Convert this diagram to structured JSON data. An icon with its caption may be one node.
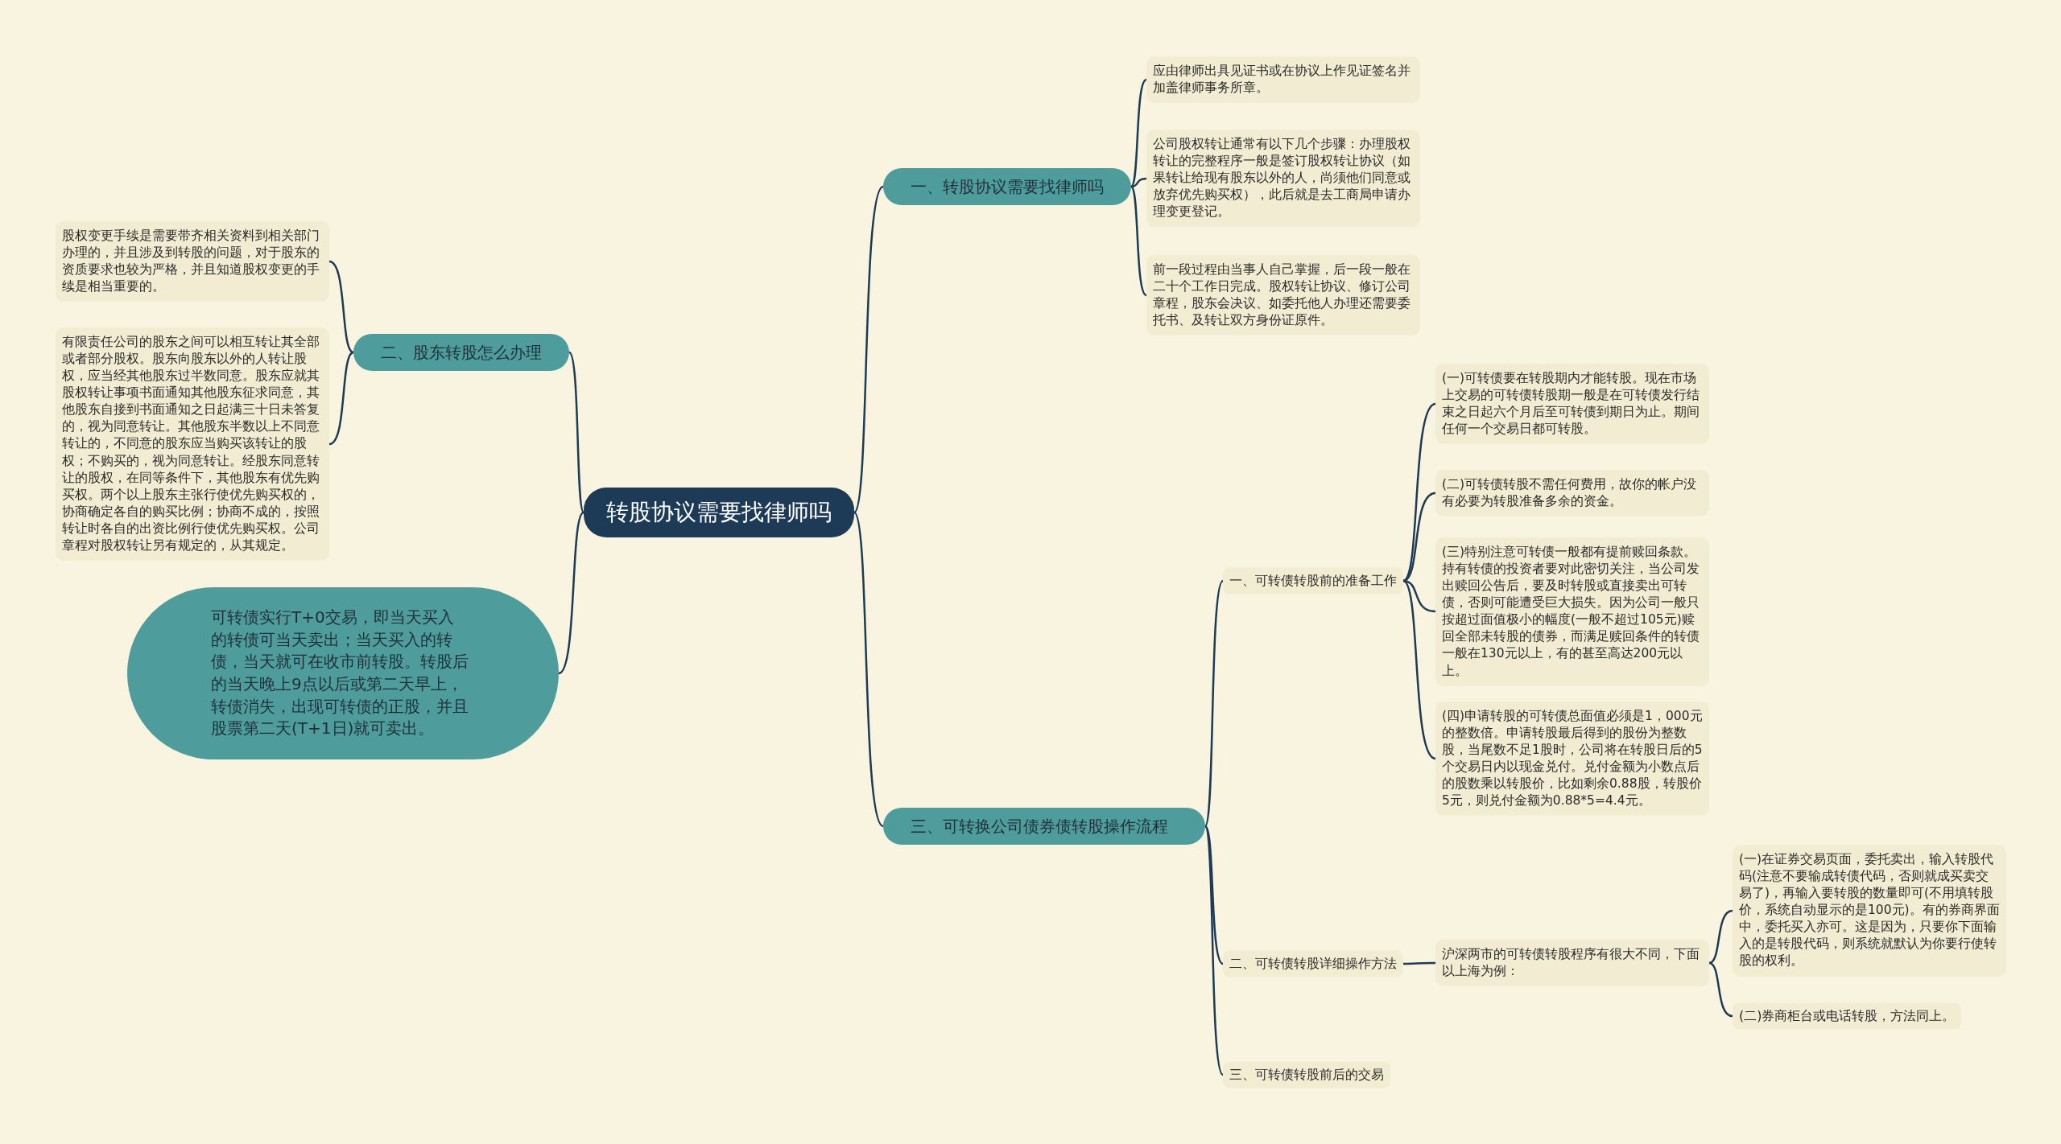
{
  "diagram": {
    "nodes": [
      {
        "text": [
          "转股协议需要找律师吗"
        ]
      },
      {
        "text": [
          "一、转股协议需要找律师吗"
        ]
      },
      {
        "text": [
          "应由律师出具见证书或在协议上作见证签名并加盖律师事务所章。"
        ]
      },
      {
        "text": [
          "公司股权转让通常有以下几个步骤：办理股权转让的完整程序一般是签订股权转让协议（如果转让给现有股东以外的人，尚须他们同意或放弃优先购买权），此后就是去工商局申请办理变更登记。"
        ]
      },
      {
        "text": [
          "前一段过程由当事人自己掌握，后一段一般在二十个工作日完成。股权转让协议、修订公司章程，股东会决议、如委托他人办理还需要委托书、及转让双方身份证原件。"
        ]
      },
      {
        "text": [
          "二、股东转股怎么办理"
        ]
      },
      {
        "text": [
          "股权变更手续是需要带齐相关资料到相关部门办理的，并且涉及到转股的问题，对于股东的资质要求也较为严格，并且知道股权变更的手续是相当重要的。"
        ]
      },
      {
        "text": [
          "有限责任公司的股东之间可以相互转让其全部或者部分股权。股东向股东以外的人转让股权，应当经其他股东过半数同意。股东应就其股权转让事项书面通知其他股东征求同意，其他股东自接到书面通知之日起满三十日未答复的，视为同意转让。其他股东半数以上不同意转让的，不同意的股东应当购买该转让的股权；不购买的，视为同意转让。经股东同意转让的股权，在同等条件下，其他股东有优先购买权。两个以上股东主张行使优先购买权的，协商确定各自的购买比例；协商不成的，按照转让时各自的出资比例行使优先购买权。公司章程对股权转让另有规定的，从其规定。"
        ]
      },
      {
        "text": [
          "可转债实行T+0交易，即当天买入的转债可当天卖出；当天买入的转债，当天就可在收市前转股。转股后的当天晚上9点以后或第二天早上，转债消失，出现可转债的正股，并且股票第二天(T+1日)就可卖出。"
        ]
      },
      {
        "text": [
          "三、可转换公司债券债转股操作流程"
        ]
      },
      {
        "text": [
          "一、可转债转股前的准备工作"
        ]
      },
      {
        "text": [
          "(一)可转债要在转股期内才能转股。现在市场上交易的可转债转股期一般是在可转债发行结束之日起六个月后至可转债到期日为止。期间任何一个交易日都可转股。"
        ]
      },
      {
        "text": [
          "(二)可转债转股不需任何费用，故你的帐户没有必要为转股准备多余的资金。"
        ]
      },
      {
        "text": [
          "(三)特别注意可转债一般都有提前赎回条款。持有转债的投资者要对此密切关注，当公司发出赎回公告后，要及时转股或直接卖出可转债，否则可能遭受巨大损失。因为公司一般只按超过面值极小的幅度(一般不超过105元)赎回全部未转股的债券，而满足赎回条件的转债一般在130元以上，有的甚至高达200元以上。"
        ]
      },
      {
        "text": [
          "(四)申请转股的可转债总面值必须是1，000元的整数倍。申请转股最后得到的股份为整数股，当尾数不足1股时，公司将在转股日后的5个交易日内以现金兑付。兑付金额为小数点后的股数乘以转股价，比如剩余0.88股，转股价5元，则兑付金额为0.88*5=4.4元。"
        ]
      },
      {
        "text": [
          "二、可转债转股详细操作方法"
        ]
      },
      {
        "text": [
          "沪深两市的可转债转股程序有很大不同，下面以上海为例："
        ]
      },
      {
        "text": [
          "(一)在证券交易页面，委托卖出，输入转股代码(注意不要输成转债代码，否则就成买卖交易了)，再输入要转股的数量即可(不用填转股价，系统自动显示的是100元)。有的券商界面中，委托买入亦可。这是因为，只要你下面输入的是转股代码，则系统就默认为你要行使转股的权利。"
        ]
      },
      {
        "text": [
          "(二)券商柜台或电话转股，方法同上。"
        ]
      },
      {
        "text": [
          "三、可转债转股前后的交易"
        ]
      }
    ],
    "edges": [
      {
        "from": 0,
        "to": 1,
        "arrow": "none"
      },
      {
        "from": 0,
        "to": 5,
        "arrow": "none"
      },
      {
        "from": 0,
        "to": 8,
        "arrow": "none"
      },
      {
        "from": 0,
        "to": 9,
        "arrow": "none"
      },
      {
        "from": 1,
        "to": 2,
        "arrow": "none"
      },
      {
        "from": 1,
        "to": 3,
        "arrow": "none"
      },
      {
        "from": 1,
        "to": 4,
        "arrow": "none"
      },
      {
        "from": 5,
        "to": 6,
        "arrow": "none"
      },
      {
        "from": 5,
        "to": 7,
        "arrow": "none"
      },
      {
        "from": 9,
        "to": 10,
        "arrow": "none"
      },
      {
        "from": 9,
        "to": 15,
        "arrow": "none"
      },
      {
        "from": 9,
        "to": 19,
        "arrow": "none"
      },
      {
        "from": 10,
        "to": 11,
        "arrow": "none"
      },
      {
        "from": 10,
        "to": 12,
        "arrow": "none"
      },
      {
        "from": 10,
        "to": 13,
        "arrow": "none"
      },
      {
        "from": 10,
        "to": 14,
        "arrow": "none"
      },
      {
        "from": 15,
        "to": 16,
        "arrow": "none"
      },
      {
        "from": 16,
        "to": 17,
        "arrow": "none"
      },
      {
        "from": 16,
        "to": 18,
        "arrow": "none"
      }
    ]
  }
}
